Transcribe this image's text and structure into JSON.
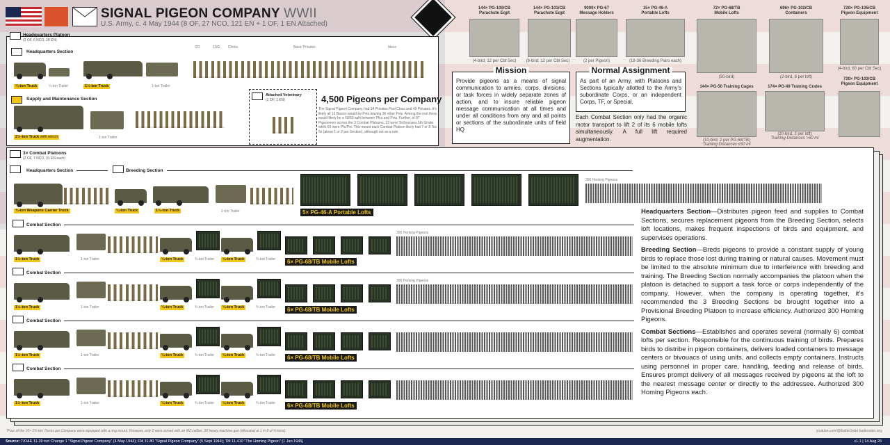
{
  "header": {
    "title": "SIGNAL PIGEON COMPANY",
    "title_suffix": "WWII",
    "subtitle": "U.S. Army, c. 4 May 1944 (8 OF, 27 NCO, 121 EN + 1 OF, 1 EN Attached)"
  },
  "hq_platoon": {
    "label": "Headquarters Platoon",
    "strength": "(2 OF, 6 NCO, 28 EN)",
    "hq_section": "Headquarters Section",
    "col_labels": [
      "CO",
      "1SG",
      "Clerks",
      "Basic Privates",
      "Mess"
    ],
    "vehicles": [
      {
        "tag": "¼-ton Truck",
        "trailer": "¼-ton Trailer"
      },
      {
        "tag": "1½-ton Truck",
        "trailer": "1-ton Trailer"
      }
    ],
    "supply_section": "Supply and Maintenance Section",
    "supply_truck": "2½-ton Truck",
    "supply_truck_note": "with winch",
    "supply_trailer": "1-ton Trailer"
  },
  "vet": {
    "label": "Attached Veterinary",
    "strength": "(1 OF, 1 EN)"
  },
  "big_stat": {
    "title": "4,500 Pigeons per Company",
    "text": "The Signal Pigeon Company had 34 Privates First Class and 49 Privates. It's likely all 13 Basics would be Pvts leaving 36 other Pvts. Among the rest there would likely be a 50/50 split between Pfcs and Pvts. Further, of 87 Pigeoneers across the 3 Combat Platoons, 22 were Technicians 5th Grade while 65 were Pfc/Pvt. This meant each Combat Platoon likely had 7 or 8 Tec 5s (about 1 or 2 per Section), although not as a rule."
  },
  "equipment": [
    {
      "name": "144× PG-100/CB",
      "desc": "Parachute Eqpt",
      "cap": "(4-bird; 12 per Cbt Sec)"
    },
    {
      "name": "144× PG-101/CB",
      "desc": "Parachute Eqpt",
      "cap": "(8-bird; 12 per Cbt Sec)"
    },
    {
      "name": "9000× PG-67",
      "desc": "Message Holders",
      "cap": "(2 per Pigeon)"
    },
    {
      "name": "15× PG-46-A",
      "desc": "Portable Lofts",
      "cap": "(18-36 Breeding Pairs each)"
    },
    {
      "name": "72× PG-68/TB",
      "desc": "Mobile Lofts",
      "cap": "(50-bird)"
    },
    {
      "name": "696× PG-102/CB",
      "desc": "Containers",
      "cap": "(2-bird, 8 per loft)"
    },
    {
      "name": "720× PG-105/CB",
      "desc": "Pigeon Equipment",
      "cap": "(4-bird, 60 per Cbt Sec)"
    },
    {
      "name": "144× PG-50 Training Cages",
      "desc": "",
      "cap": "(10-bird, 2 per PG-68/TB)",
      "cap2": "Training Distances ≤50 mi"
    },
    {
      "name": "174× PG-49 Training Crates",
      "desc": "",
      "cap": "(20-bird, 2 per loft)",
      "cap2": "Training Distances >50 mi"
    },
    {
      "name": "720× PG-103/CB",
      "desc": "Pigeon Equipment",
      "cap": ""
    }
  ],
  "mission": {
    "title": "Mission",
    "text": "Provide pigeons as a means of signal communication to armies, corps, divisions, or task forces in widely separate zones of action, and to insure reliable pigeon message communication at all times and under all conditions from any and all points or sections of the subordinate units of field HQ"
  },
  "assignment": {
    "title": "Normal Assignment",
    "text": "As part of an Army, with Platoons and Sections typically allotted to the Army's subordinate Corps, or an independent Corps, TF, or Special.",
    "extra": "Each Combat Section only had the organic motor transport to lift 2 of its 6 mobile lofts simultaneously. A full lift required augmentation."
  },
  "combat": {
    "label": "3× Combat Platoons",
    "strength": "(2 OF, 7 NCO, 31 EN each)",
    "hq_section": "Headquarters Section",
    "breeding_section": "Breeding Section",
    "hq_truck": "¾-ton Weapons Carrier Truck",
    "breeding_truck_a": "¼-ton Truck",
    "breeding_truck_b": "1½-ton Truck",
    "breeding_trailer": "1-ton Trailer",
    "breeding_lofts": "5× PG-46-A Portable Lofts",
    "breeding_pigeons": "300 Homing Pigeons",
    "combat_section_label": "Combat Section",
    "combat_truck": "1½-ton Truck",
    "combat_trailer": "1-ton Trailer",
    "q_truck": "¼-ton Truck",
    "q_trailer": "¾-ton Trailer",
    "lofts_tag": "6× PG-68/TB Mobile Lofts",
    "pigeons": "300 Homing Pigeons"
  },
  "descriptions": {
    "hq_title": "Headquarters Section",
    "hq_text": "—Distributes pigeon feed and supplies to Combat Sections, secures replacement pigeons from the Breeding Section, selects loft locations, makes frequent inspections of birds and equipment, and supervises operations.",
    "br_title": "Breeding Section",
    "br_text": "—Breds pigeons to provide a constant supply of young birds to replace those lost during training or natural causes. Movement must be limited to the absolute minimum due to interference with breeding and training. The Breeding Section normally accompanies the platoon when the platoon is detached to support a task force or corps independently of the company. However, when the company is operating together, it's recommended the 3 Breeding Sections be brought together into a Provisional Breeding Platoon to increase efficiency. Authorized 300 Homing Pigeons.",
    "cb_title": "Combat Sections",
    "cb_text": "—Establishes and operates several (normally 6) combat lofts per section. Responsible for the continuous training of birds. Prepares birds to distribe in pigeon containers, delivers loaded containers to message centers or bivouacs of using units, and collects empty containers. Instructs using personnel in proper care, handling, feeding and release of birds. Ensures prompt delivery of all messages received by pigeons at the loft to the nearest message center or directly to the addressee. Authorized 300 Homing Pigeons each."
  },
  "footnote": "*Four of the 16× 1½-ton Trucks per Company were equipped with a ring mount. However, only 2 were armed with an M2 caliber .50 heavy machine gun (allocated at 1 in 8 of ½-tons).",
  "credit": "youtube.com/@BattleOrder   battleorder.org",
  "footer": {
    "source_label": "Source:",
    "source": "T/O&E 11-39 incl Change 1 \"Signal Pigeon Company\" (4 May 1944); FM 11-80 \"Signal Pigeon Company\" (5 Sept 1944); TM 11-410 \"The Homing Pigeon\" (1 Jan 1945)",
    "version": "v1.1 | 14 Aug 26"
  },
  "colors": {
    "accent": "#f2c618",
    "navy": "#1c2752",
    "red": "#c4262e"
  }
}
